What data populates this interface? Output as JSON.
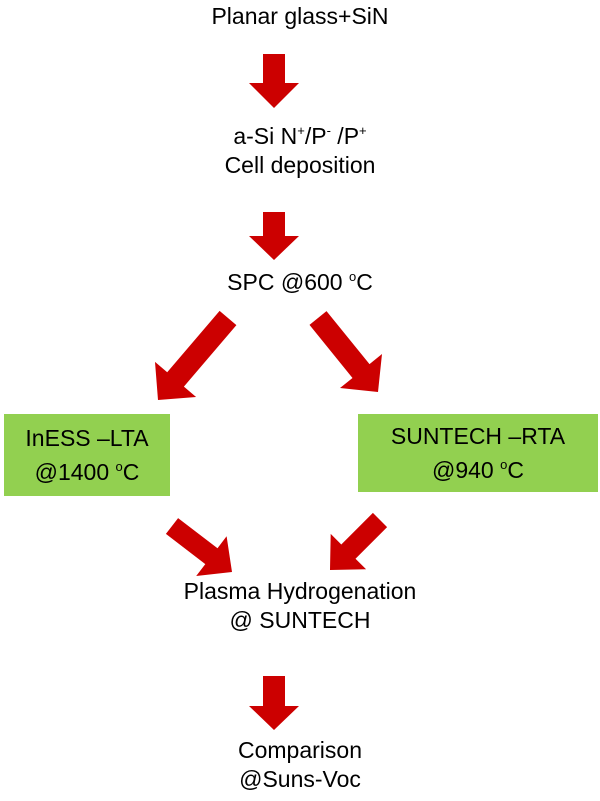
{
  "nodes": {
    "start": {
      "text": "Planar glass+SiN"
    },
    "deposition": {
      "line1": {
        "prefix": "a-Si N",
        "sup1": "+",
        "mid1": "/P",
        "sup2": "-",
        "mid2": " /P",
        "sup3": "+"
      },
      "line2": "Cell deposition"
    },
    "spc": {
      "text": "SPC @600 ",
      "sup": "o",
      "suffix": "C"
    },
    "ltabox": {
      "line1": "InESS –LTA",
      "line2_text": "@1400 ",
      "line2_sup": "o",
      "line2_suffix": "C"
    },
    "rtabox": {
      "line1": "SUNTECH –RTA",
      "line2_text": "@940 ",
      "line2_sup": "o",
      "line2_suffix": "C"
    },
    "plasma": {
      "line1": "Plasma Hydrogenation",
      "line2": "@ SUNTECH"
    },
    "comparison": {
      "line1": "Comparison",
      "line2": "@Suns-Voc"
    }
  },
  "colors": {
    "arrow": "#cc0000",
    "box_fill": "#92d050",
    "text": "#000000"
  }
}
